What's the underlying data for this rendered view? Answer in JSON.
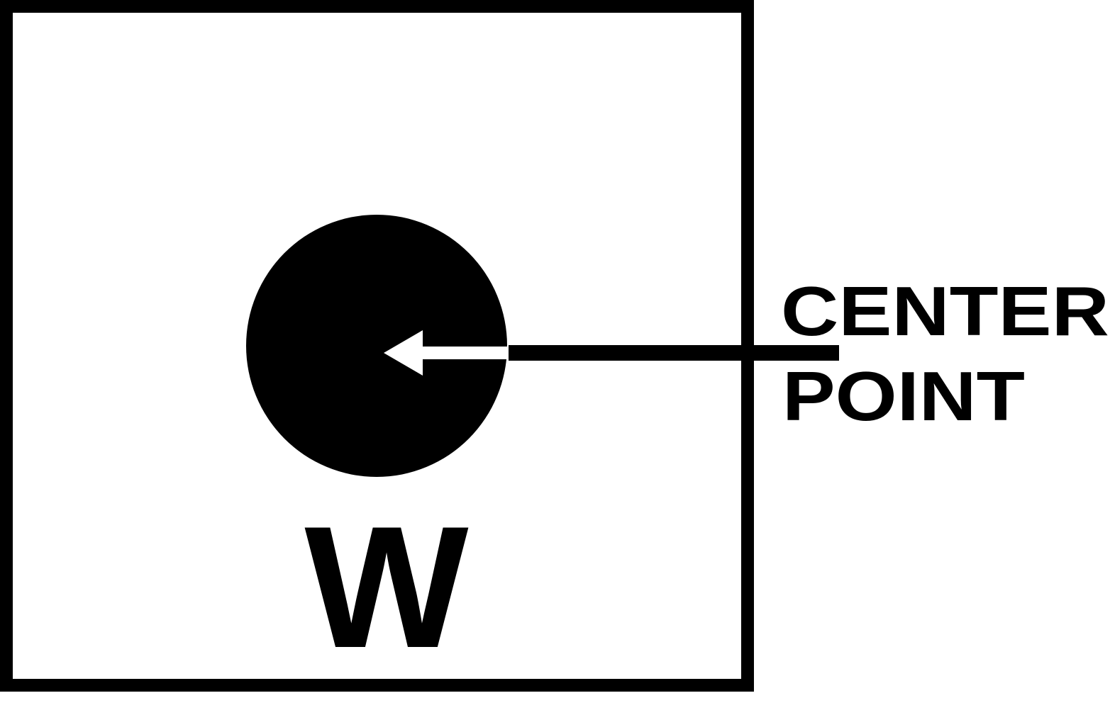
{
  "symbol": {
    "letter": "W",
    "callout_line1": "CENTER",
    "callout_line2": "POINT"
  },
  "colors": {
    "ink": "#000000",
    "paper": "#ffffff"
  }
}
